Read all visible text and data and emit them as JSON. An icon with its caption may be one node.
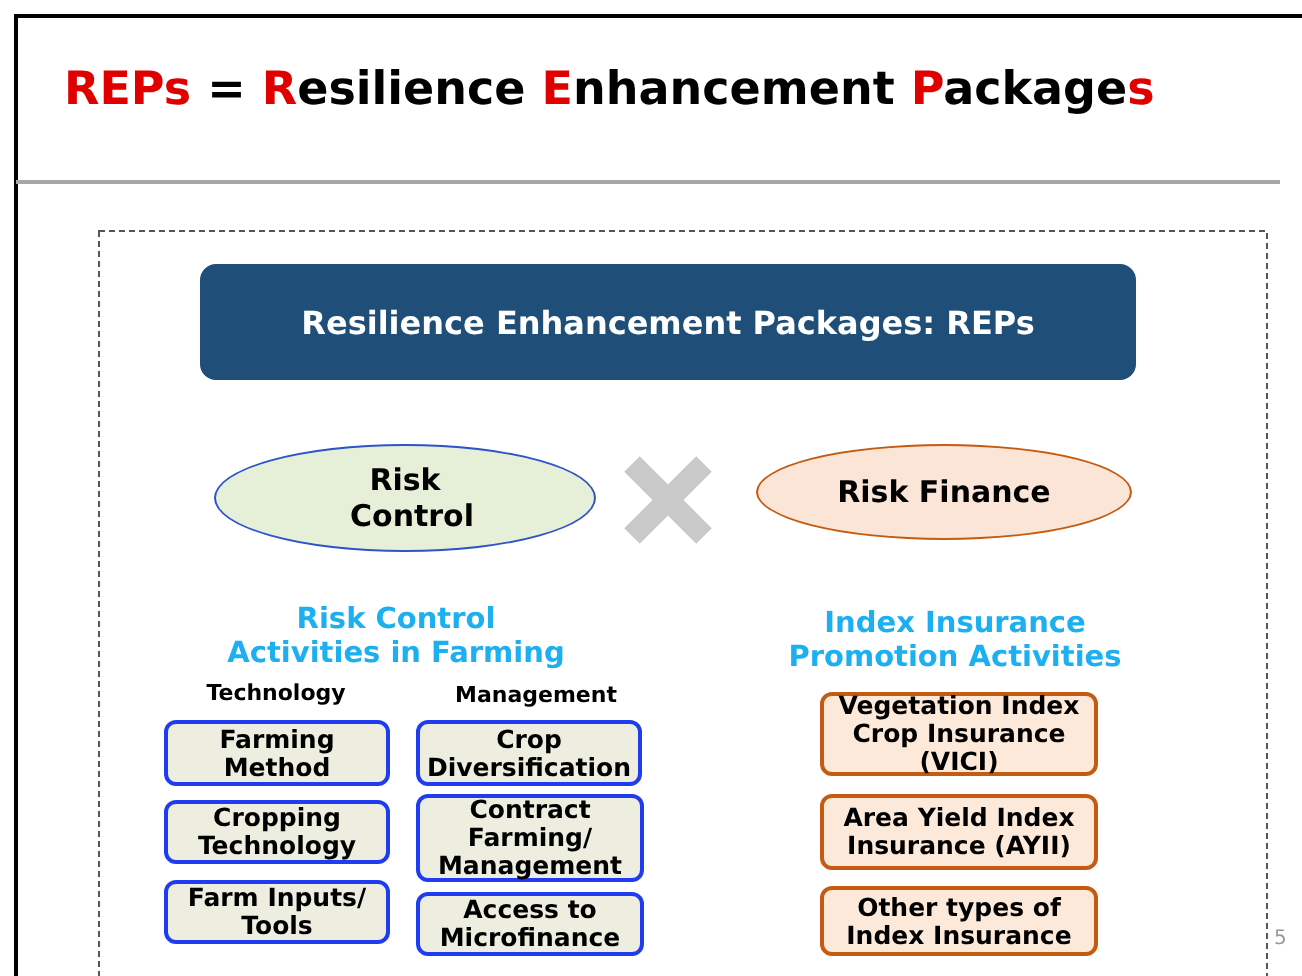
{
  "diagram": {
    "title": "REPs = Resilience Enhancement Packages",
    "nodes": [
      {
        "text": [
          "Resilience Enhancement Packages: REPs"
        ]
      },
      {
        "text": [
          "Risk Control"
        ]
      },
      {
        "text": [
          "Risk Finance"
        ]
      },
      {
        "text": [
          "Farming Method"
        ]
      },
      {
        "text": [
          "Crop Diversification"
        ]
      },
      {
        "text": [
          "Cropping Technology"
        ]
      },
      {
        "text": [
          "Contract Farming/ Management"
        ]
      },
      {
        "text": [
          "Farm Inputs/ Tools"
        ]
      },
      {
        "text": [
          "Access to Microfinance"
        ]
      },
      {
        "text": [
          "Vegetation Index Crop Insurance (VICI)"
        ]
      },
      {
        "text": [
          "Area Yield Index Insurance (AYII)"
        ]
      },
      {
        "text": [
          "Other types of Index Insurance"
        ]
      }
    ],
    "labels": [
      "Risk Control Activities in Farming",
      "Index Insurance Promotion Activities",
      "Technology",
      "Management",
      "5"
    ]
  }
}
